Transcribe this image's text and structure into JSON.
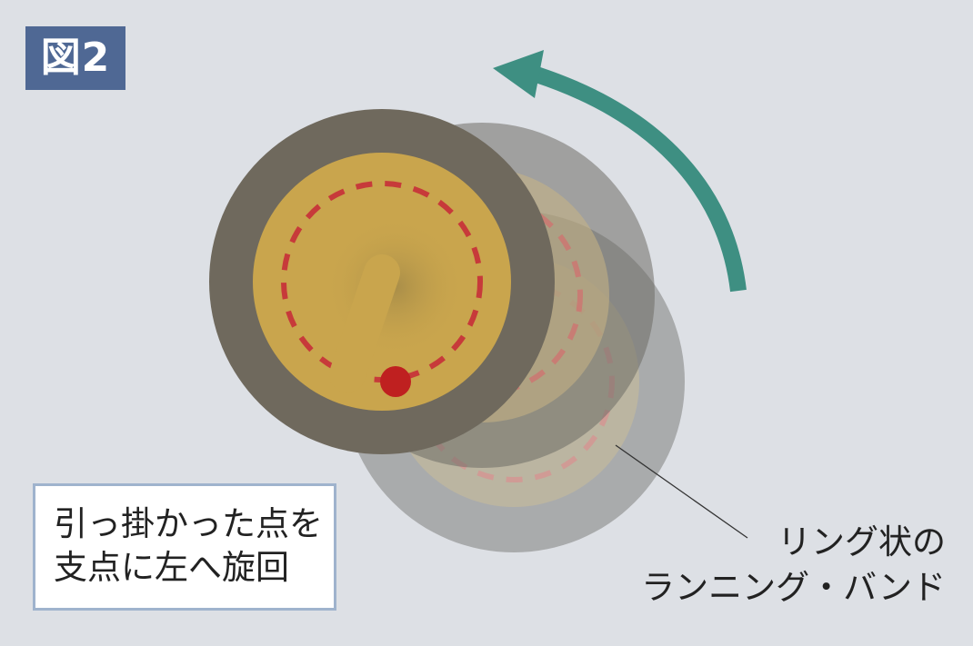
{
  "figure": {
    "label": "図2"
  },
  "caption": {
    "line1": "引っ掛かった点を",
    "line2": "支点に左へ旋回"
  },
  "label": {
    "line1": "リング状の",
    "line2": "ランニング・バンド"
  },
  "colors": {
    "background": "#dde0e5",
    "figure_label_bg": "#4f6894",
    "arrow": "#3e8f82",
    "dark_disc": "#6f695d",
    "yellow_core": "#c9a54d",
    "dashed_ring": "#c73a3a",
    "pivot_dot": "#bf2020",
    "caption_border": "#9fb3cd"
  }
}
